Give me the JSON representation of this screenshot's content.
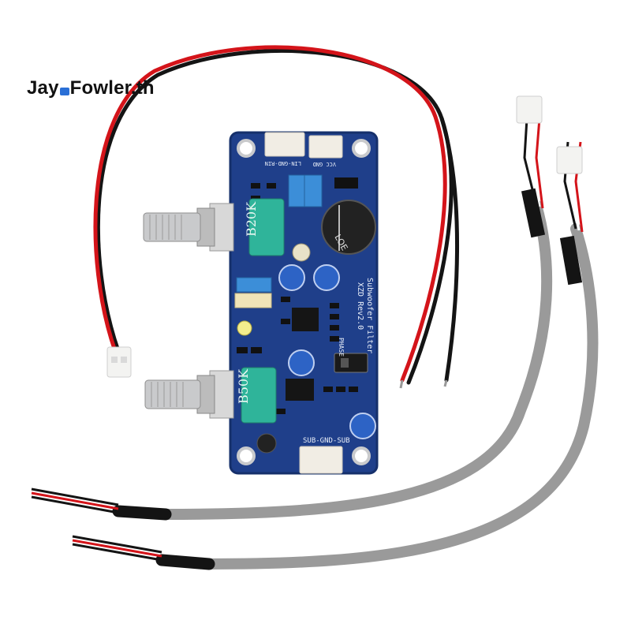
{
  "watermark": {
    "part1": "Jay",
    "part2": "Fowler.th"
  },
  "board": {
    "title_line1": "Subwoofer Filter",
    "title_line2": "XZD Rev2.0",
    "connector_top_left_label": "LIN-GND-RIN",
    "connector_top_right_label": "VCC GND",
    "connector_bottom_label": "SUB-GND-SUB",
    "pot_top_label": "B20K",
    "pot_bottom_label": "B50K",
    "switch_label": "PHASE",
    "capacitor_text": "LOE"
  },
  "colors": {
    "pcb": "#1f3f8a",
    "pcb_edge": "#16306b",
    "potentiometer_body": "#2fb49a",
    "knob": "#c9cacc",
    "wire_red": "#d4141a",
    "wire_black": "#141414",
    "cable_gray": "#9a9a9a"
  }
}
